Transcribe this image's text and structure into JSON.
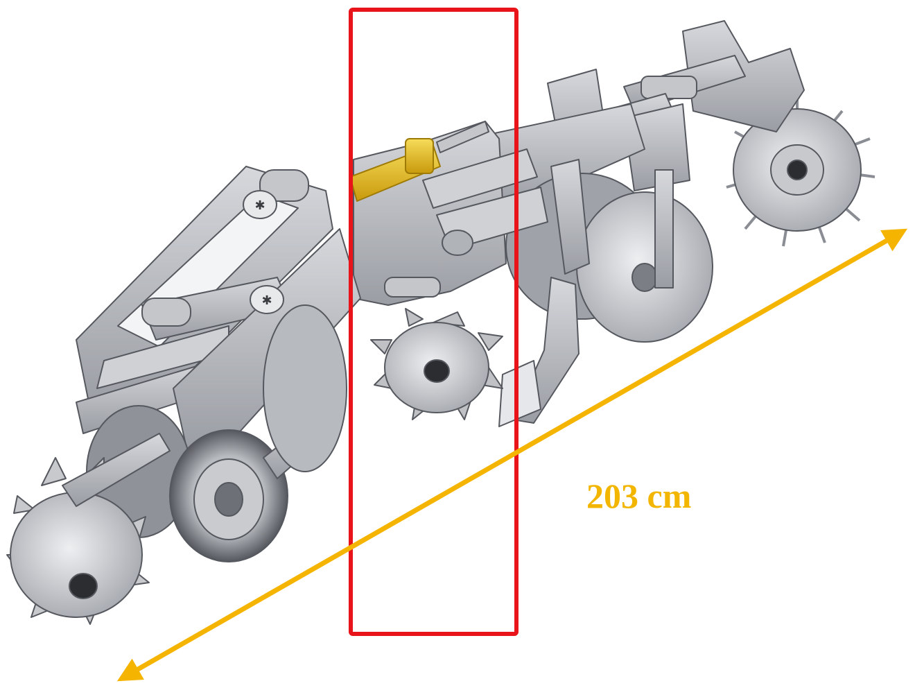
{
  "dimension": {
    "label": "203 cm"
  },
  "colors": {
    "arrow": "#f5b400",
    "highlight_box": "#e8141a",
    "label": "#f2b600",
    "cylinder": "#e9c21f",
    "frame": "#a9acb2",
    "frame_dark": "#6d7077"
  },
  "icons": {
    "machine": "seed-drill-row-unit-illustration",
    "logo": "brand-logo-emblem"
  }
}
